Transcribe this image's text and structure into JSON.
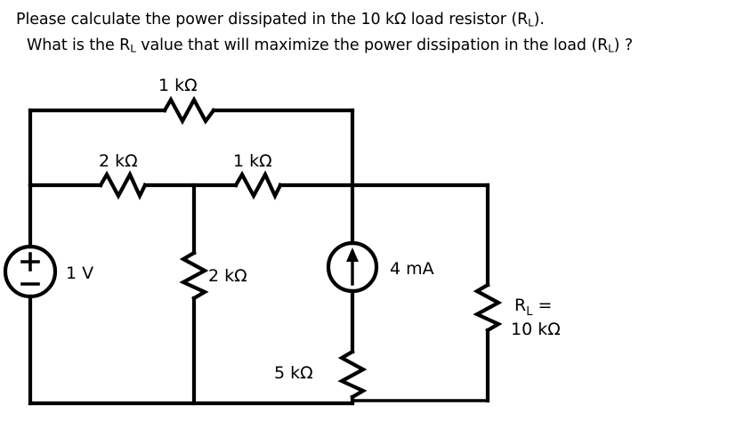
{
  "question": {
    "line1_pre": "Please calculate the power dissipated in the 10 kΩ load resistor (R",
    "line1_sub": "L",
    "line1_post": ").",
    "line2_pre": "What is the R",
    "line2_sub1": "L",
    "line2_mid": " value that will maximize the power dissipation in the load (R",
    "line2_sub2": "L",
    "line2_post": ") ?"
  },
  "circuit": {
    "type": "resistive-network-with-sources",
    "ink_color": "#000000",
    "background": "#ffffff",
    "components": {
      "source_v1": {
        "kind": "voltage-source",
        "label": "1 V",
        "polarity_top": "+",
        "polarity_bottom": "–"
      },
      "source_i1": {
        "kind": "current-source",
        "label": "4 mA",
        "arrow_direction": "up"
      },
      "r_top": {
        "kind": "resistor",
        "orientation": "horizontal",
        "label": "1 kΩ"
      },
      "r_mid_left": {
        "kind": "resistor",
        "orientation": "horizontal",
        "label": "2 kΩ"
      },
      "r_mid_right": {
        "kind": "resistor",
        "orientation": "horizontal",
        "label": "1 kΩ"
      },
      "r_shunt": {
        "kind": "resistor",
        "orientation": "vertical",
        "label": "2 kΩ"
      },
      "r_series": {
        "kind": "resistor",
        "orientation": "vertical",
        "label": "5 kΩ"
      },
      "r_load": {
        "kind": "resistor",
        "orientation": "vertical",
        "label_line1_pre": "R",
        "label_line1_sub": "L",
        "label_line1_post": " =",
        "label_line2": "10 kΩ"
      }
    }
  }
}
